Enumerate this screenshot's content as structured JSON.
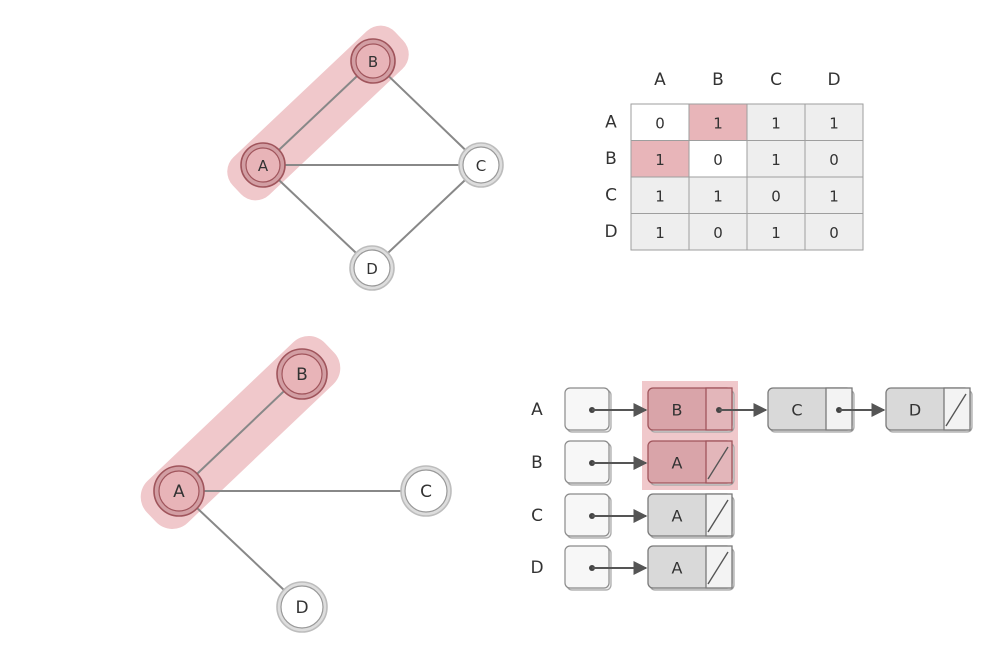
{
  "graph1": {
    "nodes": [
      {
        "id": "A",
        "label": "A",
        "highlight": true
      },
      {
        "id": "B",
        "label": "B",
        "highlight": true
      },
      {
        "id": "C",
        "label": "C",
        "highlight": false
      },
      {
        "id": "D",
        "label": "D",
        "highlight": false
      }
    ],
    "edges": [
      [
        "A",
        "B"
      ],
      [
        "A",
        "C"
      ],
      [
        "A",
        "D"
      ],
      [
        "B",
        "C"
      ],
      [
        "C",
        "D"
      ]
    ],
    "highlight_edge": [
      "A",
      "B"
    ]
  },
  "matrix": {
    "col_headers": [
      "A",
      "B",
      "C",
      "D"
    ],
    "row_headers": [
      "A",
      "B",
      "C",
      "D"
    ],
    "cells": [
      [
        "0",
        "1",
        "1",
        "1"
      ],
      [
        "1",
        "0",
        "1",
        "0"
      ],
      [
        "1",
        "1",
        "0",
        "1"
      ],
      [
        "1",
        "0",
        "1",
        "0"
      ]
    ],
    "highlighted_cells": [
      [
        0,
        1
      ],
      [
        1,
        0
      ]
    ]
  },
  "graph2": {
    "nodes": [
      {
        "id": "A",
        "label": "A",
        "highlight": true
      },
      {
        "id": "B",
        "label": "B",
        "highlight": true
      },
      {
        "id": "C",
        "label": "C",
        "highlight": false
      },
      {
        "id": "D",
        "label": "D",
        "highlight": false
      }
    ],
    "edges": [
      [
        "A",
        "B"
      ],
      [
        "A",
        "C"
      ],
      [
        "A",
        "D"
      ]
    ],
    "highlight_edge": [
      "A",
      "B"
    ]
  },
  "adjacency_list": {
    "rows": [
      {
        "label": "A",
        "nodes": [
          "B",
          "C",
          "D"
        ]
      },
      {
        "label": "B",
        "nodes": [
          "A"
        ]
      },
      {
        "label": "C",
        "nodes": [
          "A"
        ]
      },
      {
        "label": "D",
        "nodes": [
          "A"
        ]
      }
    ],
    "highlighted_nodes": [
      [
        0,
        0
      ],
      [
        1,
        0
      ]
    ]
  },
  "colors": {
    "highlight_fill": "#f0c8cb",
    "highlight_node": "#e8b4b8",
    "highlight_node_dark": "#d29ea3",
    "highlight_stroke": "#a0555c",
    "cell_gray": "#eeeeee",
    "edge": "#888888",
    "node_ring": "#bdbdbd",
    "list_gray": "#d9d9d9",
    "text": "#333333"
  }
}
